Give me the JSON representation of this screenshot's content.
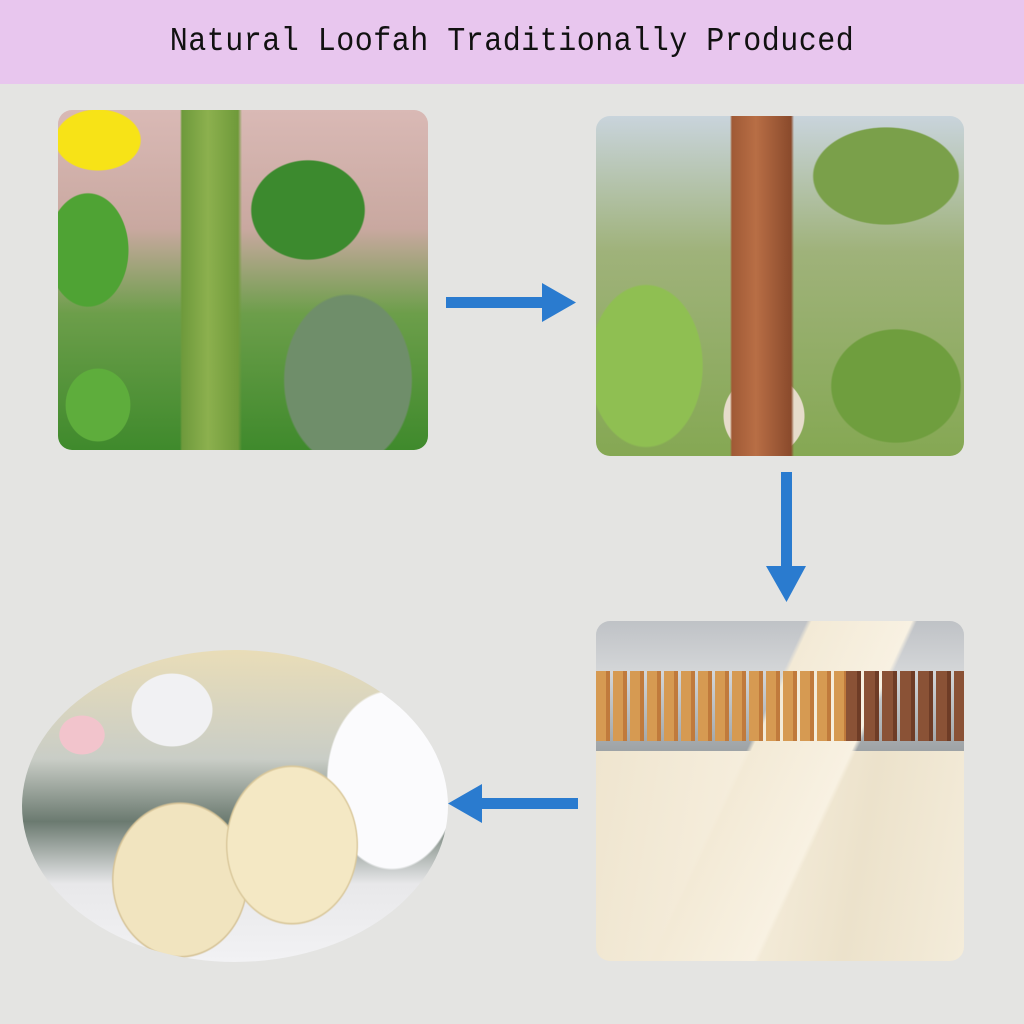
{
  "header": {
    "title": "Natural Loofah Traditionally Produced",
    "background_color": "#e8c6ee"
  },
  "steps": [
    {
      "id": 1,
      "image": "green-loofah-on-vine",
      "description": "Green loofah gourd hanging on the vine with yellow flower"
    },
    {
      "id": 2,
      "image": "dried-loofah-on-vine",
      "description": "Brown dried loofah gourd on the vine with fiber exposed"
    },
    {
      "id": 3,
      "image": "loofah-drying-and-peeled",
      "description": "Loofahs hung to dry, peeled loofah sponges in foreground"
    },
    {
      "id": 4,
      "image": "loofah-pads-finished",
      "description": "Round finished loofah pads with towel, candle and orchid"
    }
  ],
  "arrows": [
    {
      "from": 1,
      "to": 2,
      "direction": "right",
      "icon": "arrow-right-icon"
    },
    {
      "from": 2,
      "to": 3,
      "direction": "down",
      "icon": "arrow-down-icon"
    },
    {
      "from": 3,
      "to": 4,
      "direction": "left",
      "icon": "arrow-left-icon"
    }
  ],
  "colors": {
    "background": "#e4e4e2",
    "arrow": "#2a7bcf"
  }
}
